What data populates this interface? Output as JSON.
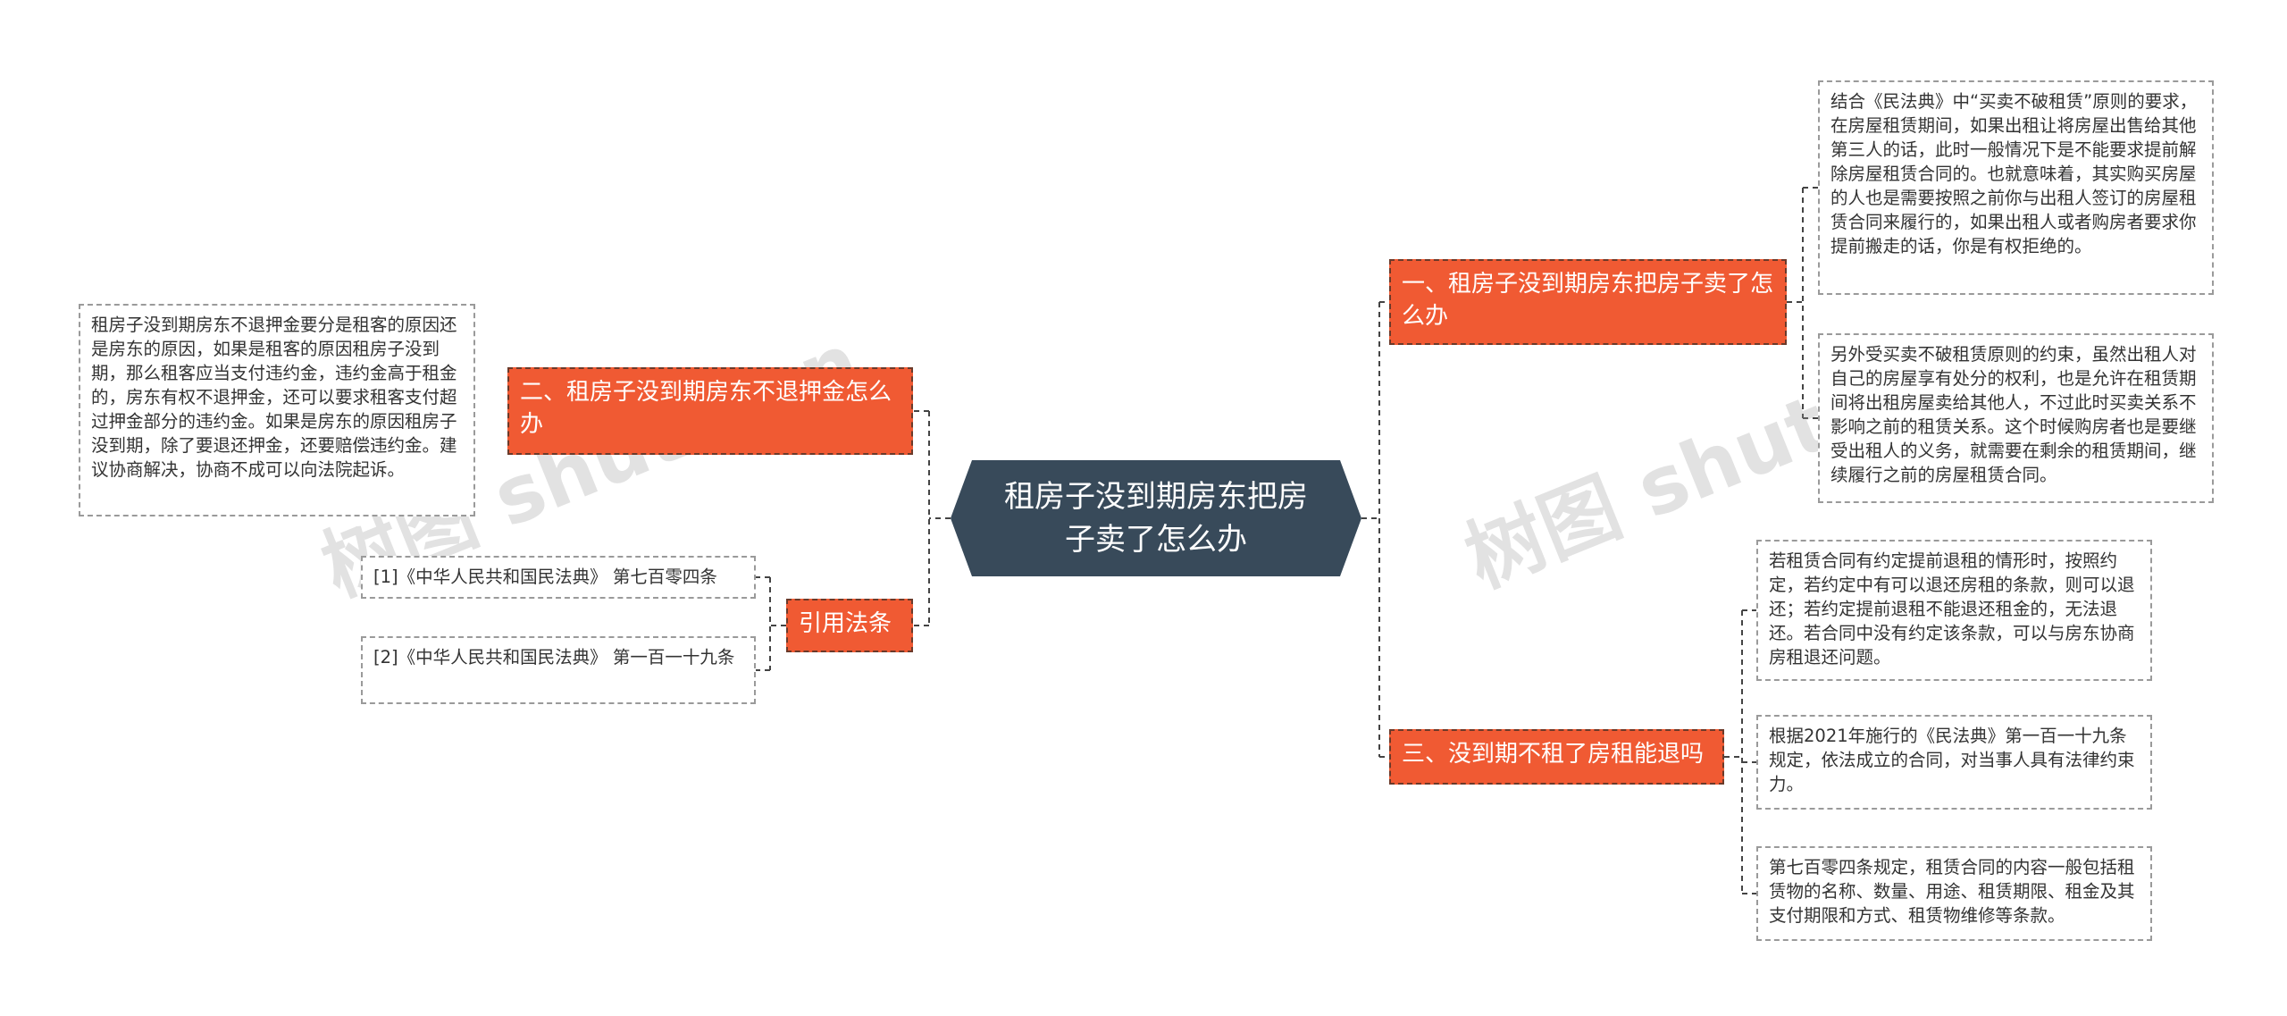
{
  "central_topic": "租房子没到期房东把房子卖了怎么办",
  "branches": [
    {
      "label": "一、租房子没到期房东把房子卖了怎么办",
      "details": [
        "结合《民法典》中“买卖不破租赁”原则的要求，在房屋租赁期间，如果出租让将房屋出售给其他第三人的话，此时一般情况下是不能要求提前解除房屋租赁合同的。也就意味着，其实购买房屋的人也是需要按照之前你与出租人签订的房屋租赁合同来履行的，如果出租人或者购房者要求你提前搬走的话，你是有权拒绝的。",
        "另外受买卖不破租赁原则的约束，虽然出租人对自己的房屋享有处分的权利，也是允许在租赁期间将出租房屋卖给其他人，不过此时买卖关系不影响之前的租赁关系。这个时候购房者也是要继受出租人的义务，就需要在剩余的租赁期间，继续履行之前的房屋租赁合同。"
      ]
    },
    {
      "label": "二、租房子没到期房东不退押金怎么办",
      "details": [
        "租房子没到期房东不退押金要分是租客的原因还是房东的原因，如果是租客的原因租房子没到期，那么租客应当支付违约金，违约金高于租金的，房东有权不退押金，还可以要求租客支付超过押金部分的违约金。如果是房东的原因租房子没到期，除了要退还押金，还要赔偿违约金。建议协商解决，协商不成可以向法院起诉。"
      ]
    },
    {
      "label": "三、没到期不租了房租能退吗",
      "details": [
        "若租赁合同有约定提前退租的情形时，按照约定，若约定中有可以退还房租的条款，则可以退还；若约定提前退租不能退还租金的，无法退还。若合同中没有约定该条款，可以与房东协商房租退还问题。",
        "根据2021年施行的《民法典》第一百一十九条规定，依法成立的合同，对当事人具有法律约束力。",
        "第七百零四条规定，租赁合同的内容一般包括租赁物的名称、数量、用途、租赁期限、租金及其支付期限和方式、租赁物维修等条款。"
      ]
    },
    {
      "label": "引用法条",
      "details": [
        "[1]《中华人民共和国民法典》 第七百零四条",
        "[2]《中华人民共和国民法典》 第一百一十九条"
      ]
    }
  ],
  "watermark": "树图 shutu.cn",
  "colors": {
    "central_bg": "#384a5a",
    "branch_bg": "#f05a33",
    "branch_border": "#6b3a2a",
    "leaf_border": "#9a9a9a",
    "connector": "#444444"
  }
}
